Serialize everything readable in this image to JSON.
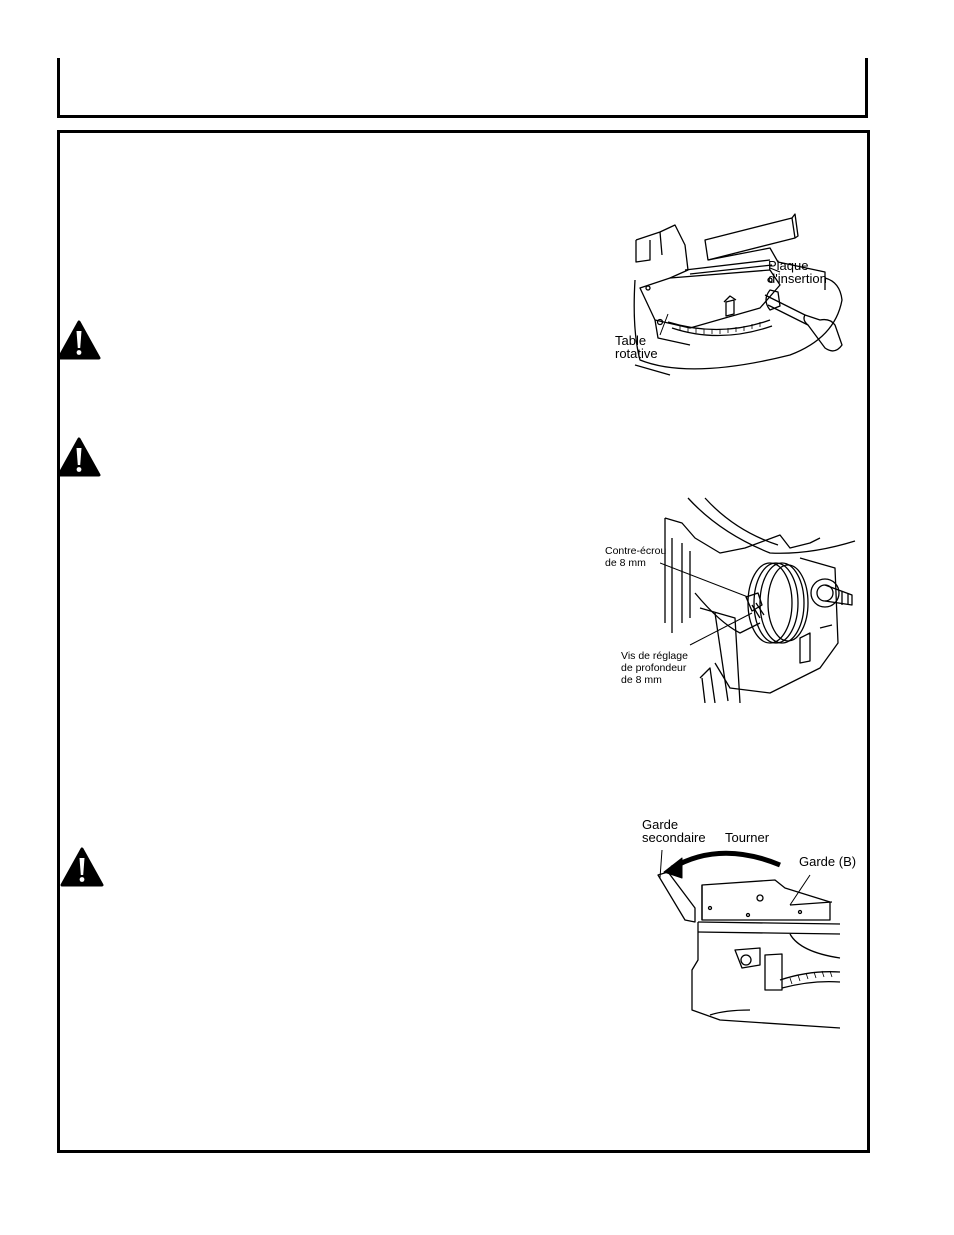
{
  "figure1": {
    "insert_plate_label": [
      "Plaque",
      "d'insertion"
    ],
    "table_label": [
      "Table",
      "rotative"
    ]
  },
  "figure2": {
    "locknut_label": [
      "Contre-écrou",
      "de 8 mm"
    ],
    "screw_label": [
      "Vis de réglage",
      "de profondeur",
      "de 8 mm"
    ]
  },
  "figure3": {
    "secondary_guard_label": [
      "Garde",
      "secondaire"
    ],
    "rotate_label": "Tourner",
    "guard_b_label": "Garde (B)"
  },
  "icons": [
    "warning-triangle-icon",
    "warning-triangle-icon",
    "warning-triangle-icon"
  ]
}
